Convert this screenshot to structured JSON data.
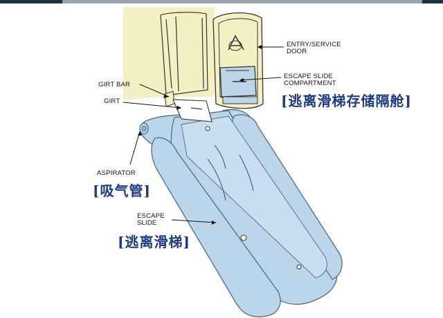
{
  "labels": {
    "entry_door": "ENTRY/SERVICE\nDOOR",
    "slide_compartment": "ESCAPE SLIDE\nCOMPARTMENT",
    "slide_compartment_zh": "[逃离滑梯存储隔舱]",
    "girt_bar": "GIRT BAR",
    "girt": "GIRT",
    "aspirator": "ASPIRATOR",
    "aspirator_zh": "[吸气管]",
    "escape_slide": "ESCAPE\nSLIDE",
    "escape_slide_zh": "[逃离滑梯]"
  },
  "colors": {
    "slide_fill": "#bcd5e8",
    "slide_outline": "#4b6d87",
    "fuselage_fill": "#f5f0c4",
    "header_bar": "#1f2f44",
    "chinese_text": "#1c3a86"
  }
}
